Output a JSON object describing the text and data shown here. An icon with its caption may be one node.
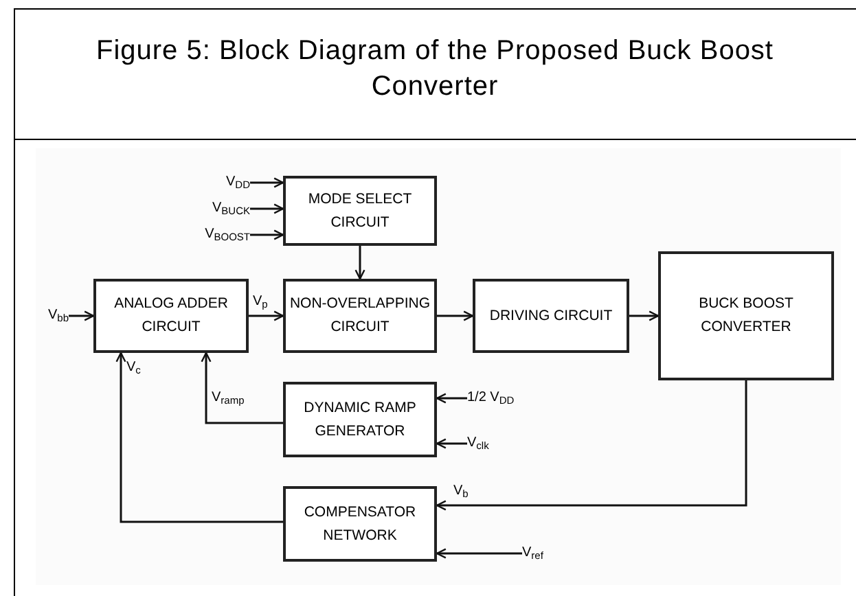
{
  "diagram": {
    "title": "Figure 5: Block Diagram of the Proposed Buck Boost Converter",
    "nodes": [
      {
        "text": [
          "V$_{DD}$"
        ]
      },
      {
        "text": [
          "V$_{BUCK}$"
        ]
      },
      {
        "text": [
          "V$_{BOOST}$"
        ]
      },
      {
        "text": [
          "MODE SELECT CIRCUIT"
        ]
      },
      {
        "text": [
          "V$_{bb}$"
        ]
      },
      {
        "text": [
          "ANALOG ADDER CIRCUIT"
        ]
      },
      {
        "text": [
          "NON-OVERLAPPING CIRCUIT"
        ]
      },
      {
        "text": [
          "DRIVING CIRCUIT"
        ]
      },
      {
        "text": [
          "BUCK BOOST CONVERTER"
        ]
      },
      {
        "text": [
          "DYNAMIC RAMP GENERATOR"
        ]
      },
      {
        "text": [
          "1/2 V$_{DD}$"
        ]
      },
      {
        "text": [
          "V$_{clk}$"
        ]
      },
      {
        "text": [
          "COMPENSATOR NETWORK"
        ]
      },
      {
        "text": [
          "V$_{ref}$"
        ]
      }
    ],
    "edges": [
      {
        "from": 0,
        "to": 3,
        "arrow": "to"
      },
      {
        "from": 1,
        "to": 3,
        "arrow": "to"
      },
      {
        "from": 2,
        "to": 3,
        "arrow": "to"
      },
      {
        "from": 3,
        "to": 6,
        "arrow": "to"
      },
      {
        "from": 4,
        "to": 5,
        "arrow": "to"
      },
      {
        "from": 5,
        "to": 6,
        "arrow": "to",
        "label": "V$_{p}$"
      },
      {
        "from": 6,
        "to": 7,
        "arrow": "to"
      },
      {
        "from": 7,
        "to": 8,
        "arrow": "to"
      },
      {
        "from": 10,
        "to": 9,
        "arrow": "to"
      },
      {
        "from": 11,
        "to": 9,
        "arrow": "to"
      },
      {
        "from": 9,
        "to": 5,
        "arrow": "to",
        "label": "V$_{ramp}$"
      },
      {
        "from": 8,
        "to": 12,
        "arrow": "to",
        "label": "V$_{b}$"
      },
      {
        "from": 13,
        "to": 12,
        "arrow": "to"
      },
      {
        "from": 12,
        "to": 5,
        "arrow": "to",
        "label": "V$_{c}$"
      }
    ]
  }
}
